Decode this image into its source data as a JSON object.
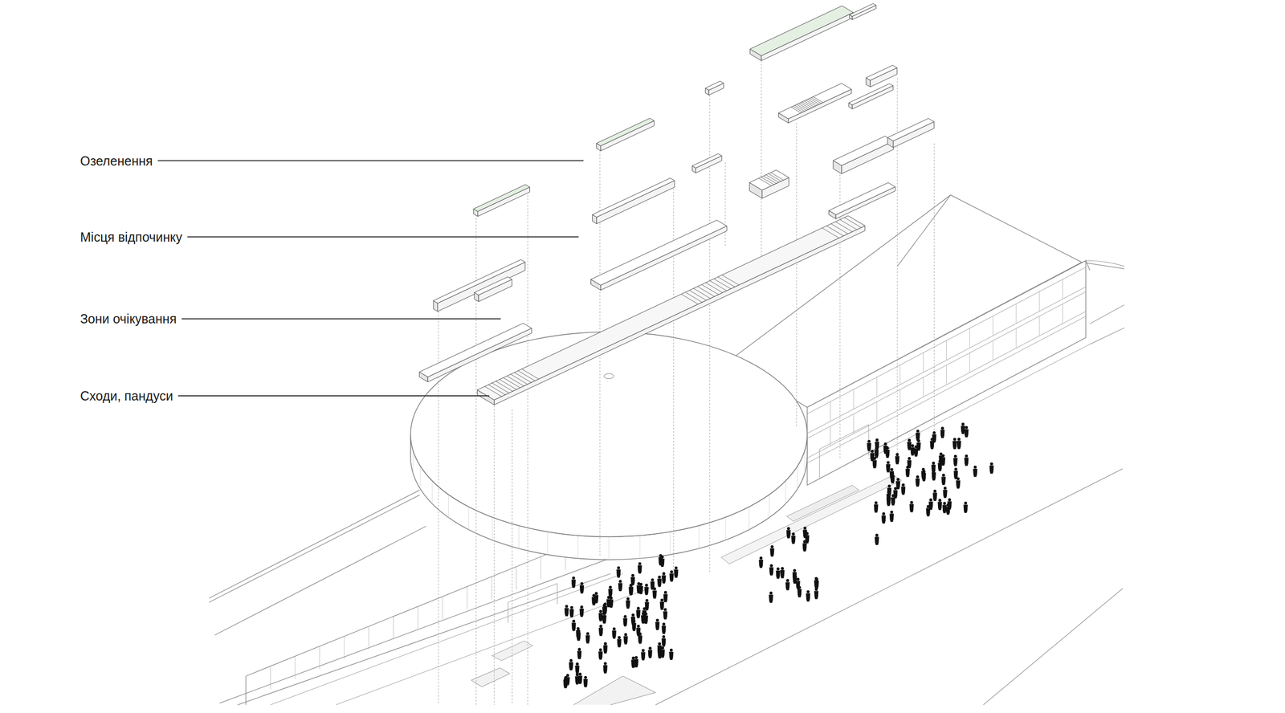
{
  "diagram": {
    "labels": [
      "Озеленення",
      "Місця відпочинку",
      "Зони очікування",
      "Сходи, пандуси"
    ]
  }
}
